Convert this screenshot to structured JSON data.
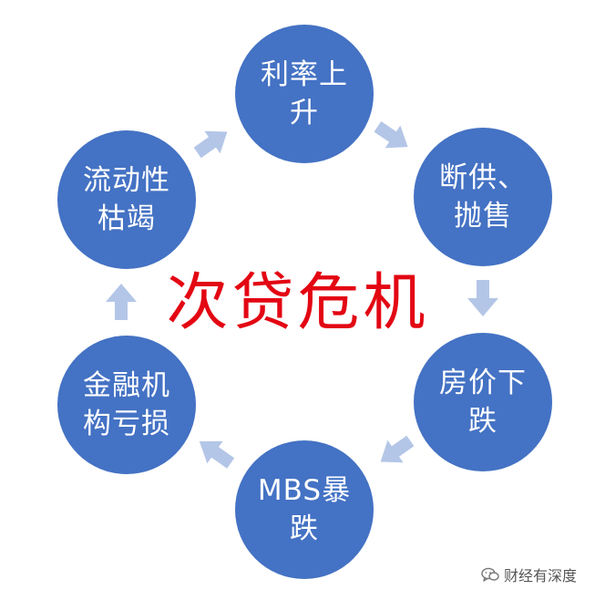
{
  "diagram": {
    "center_title": "次贷危机",
    "node_color": "#4472c4",
    "arrow_color": "#b4c6e7",
    "title_color": "#e30613",
    "nodes": [
      {
        "id": "rate-rise",
        "label": "利率上\n升"
      },
      {
        "id": "supply-cut",
        "label": "断供、\n抛售"
      },
      {
        "id": "house-price",
        "label": "房价下\n跌"
      },
      {
        "id": "mbs-crash",
        "label": "MBS暴\n跌"
      },
      {
        "id": "fin-loss",
        "label": "金融机\n构亏损"
      },
      {
        "id": "liquidity",
        "label": "流动性\n枯竭"
      }
    ],
    "edges": [
      {
        "from": "rate-rise",
        "to": "supply-cut"
      },
      {
        "from": "supply-cut",
        "to": "house-price"
      },
      {
        "from": "house-price",
        "to": "mbs-crash"
      },
      {
        "from": "mbs-crash",
        "to": "fin-loss"
      },
      {
        "from": "fin-loss",
        "to": "liquidity"
      },
      {
        "from": "liquidity",
        "to": "rate-rise"
      }
    ]
  },
  "watermark": {
    "icon": "wechat-icon",
    "text": "财经有深度"
  }
}
